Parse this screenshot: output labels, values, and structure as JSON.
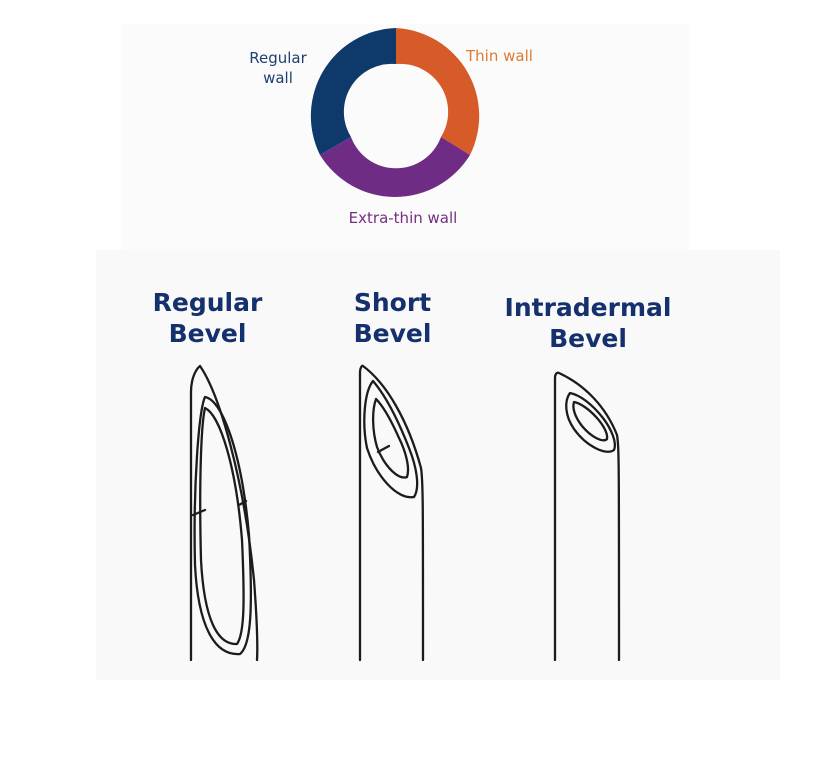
{
  "wall_diagram": {
    "labels": {
      "regular_wall": "Regular\nwall",
      "thin_wall": "Thin wall",
      "extra_thin_wall": "Extra-thin wall"
    },
    "colors": {
      "regular_wall": "#0d3a6b",
      "thin_wall": "#d75a29",
      "extra_thin_wall": "#6e2c85"
    }
  },
  "needle_diagram": {
    "regular_bevel": "Regular\nBevel",
    "short_bevel": "Short\nBevel",
    "intradermal_bevel": "Intradermal\nBevel"
  }
}
